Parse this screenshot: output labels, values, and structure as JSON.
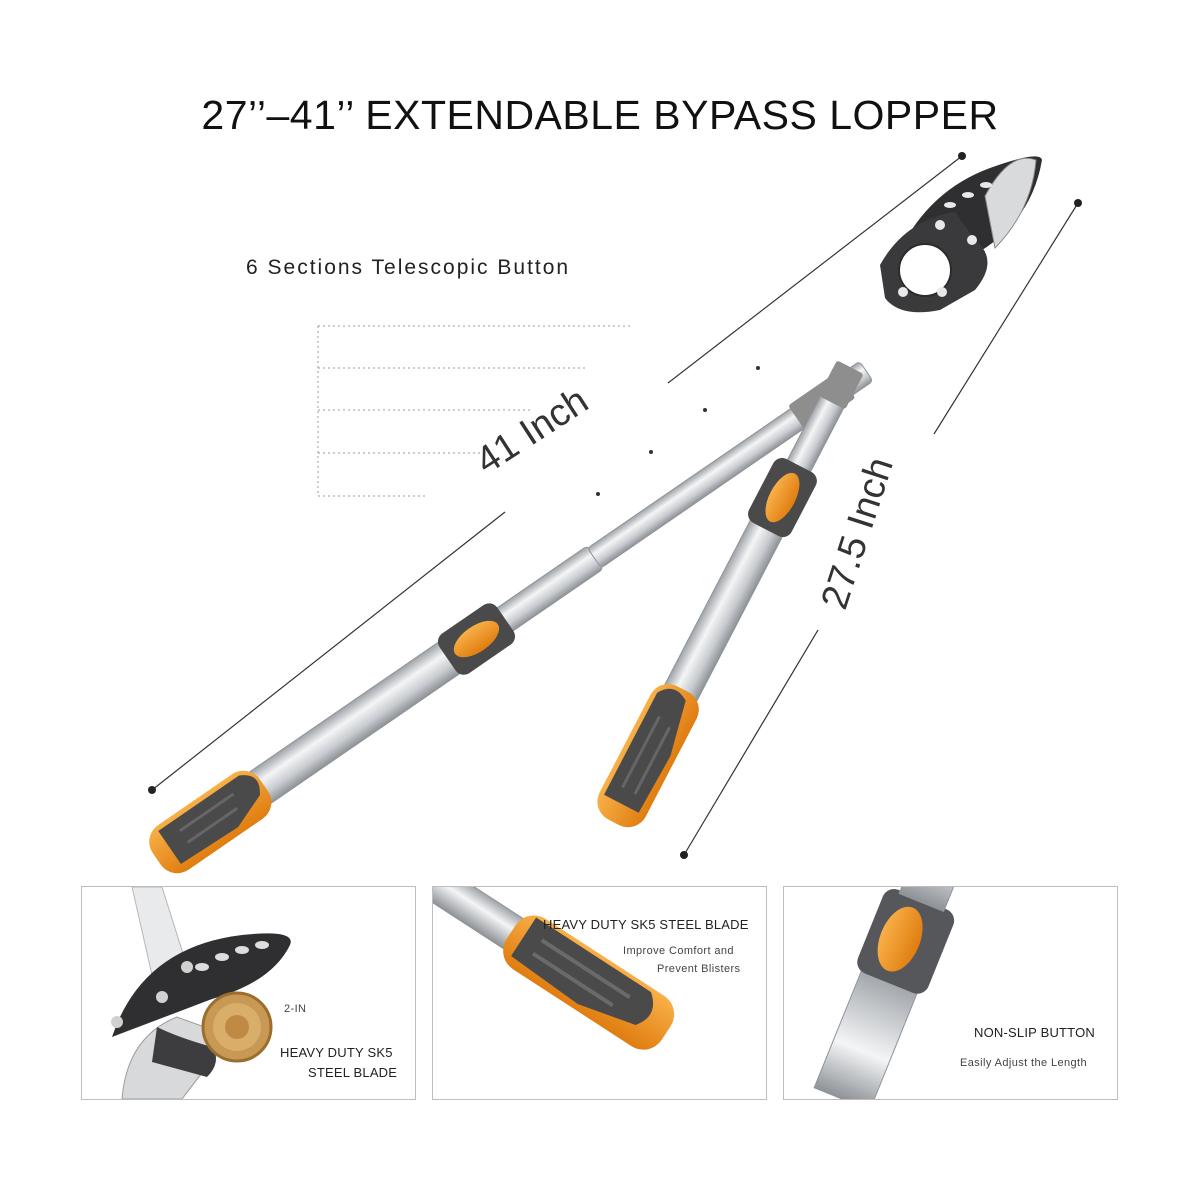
{
  "title": "27’’–41’’ EXTENDABLE BYPASS LOPPER",
  "callout": "6 Sections Telescopic Button",
  "measurements": {
    "long": "41 Inch",
    "short": "27.5 Inch"
  },
  "colors": {
    "accent": "#f2951f",
    "grip": "#4a4a4a",
    "tube": "#cfd2d6",
    "blade": "#2f2f31"
  },
  "panels": [
    {
      "heading": "HEAVY DUTY SK5",
      "heading2": "STEEL BLADE",
      "badge": "2-IN"
    },
    {
      "heading": "HEAVY DUTY SK5 STEEL BLADE",
      "sub1": "Improve Comfort and",
      "sub2": "Prevent Blisters"
    },
    {
      "heading": "NON-SLIP BUTTON",
      "sub1": "Easily Adjust the Length"
    }
  ]
}
